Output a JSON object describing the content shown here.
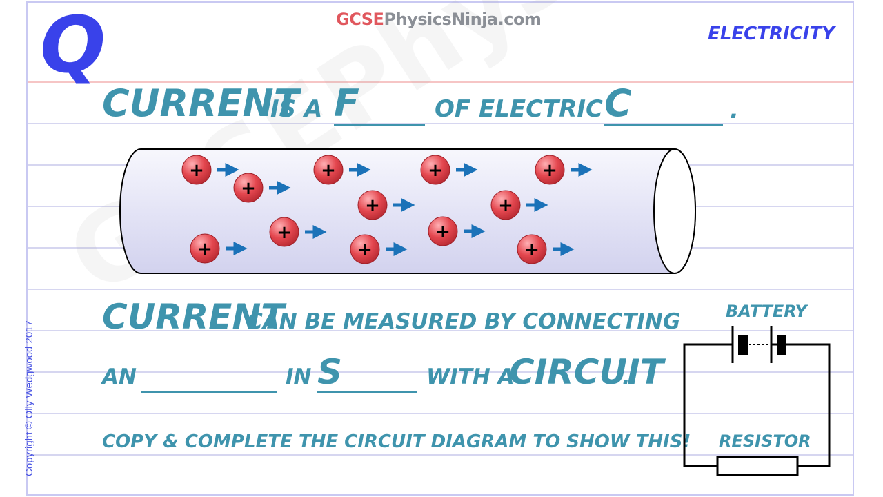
{
  "header": {
    "brand_part1": "GCSE",
    "brand_part2": "PhysicsNinja.com",
    "question_mark": "Q",
    "topic": "ELECTRICITY"
  },
  "watermark": "GCSEPhysicsNinja.com",
  "copyright": "Copyright © Olly Wedgwood 2017",
  "sentence1": {
    "w1": "CURRENT",
    "w2": "IS A",
    "w3": "F",
    "w4": "OF ELECTRIC",
    "w5": "C",
    "w6": "."
  },
  "sentence2": {
    "w1": "CURRENT",
    "w2": "CAN BE MEASURED BY CONNECTING",
    "w3": "AN",
    "w4": "IN",
    "w5": "S",
    "w6": "WITH A",
    "w7": "CIRCUIT",
    "w8": "."
  },
  "instruction": "COPY & COMPLETE THE CIRCUIT DIAGRAM TO SHOW THIS!",
  "circuit": {
    "battery_label": "BATTERY",
    "resistor_label": "RESISTOR"
  },
  "charge": {
    "symbol": "+"
  },
  "colors": {
    "accent_teal": "#3f94ad",
    "title_blue": "#3942ea",
    "brand_red": "#e0575d",
    "charge_red": "#e0474f",
    "arrow_blue": "#1b72b8",
    "wire_fill": "#e4e4f6"
  }
}
